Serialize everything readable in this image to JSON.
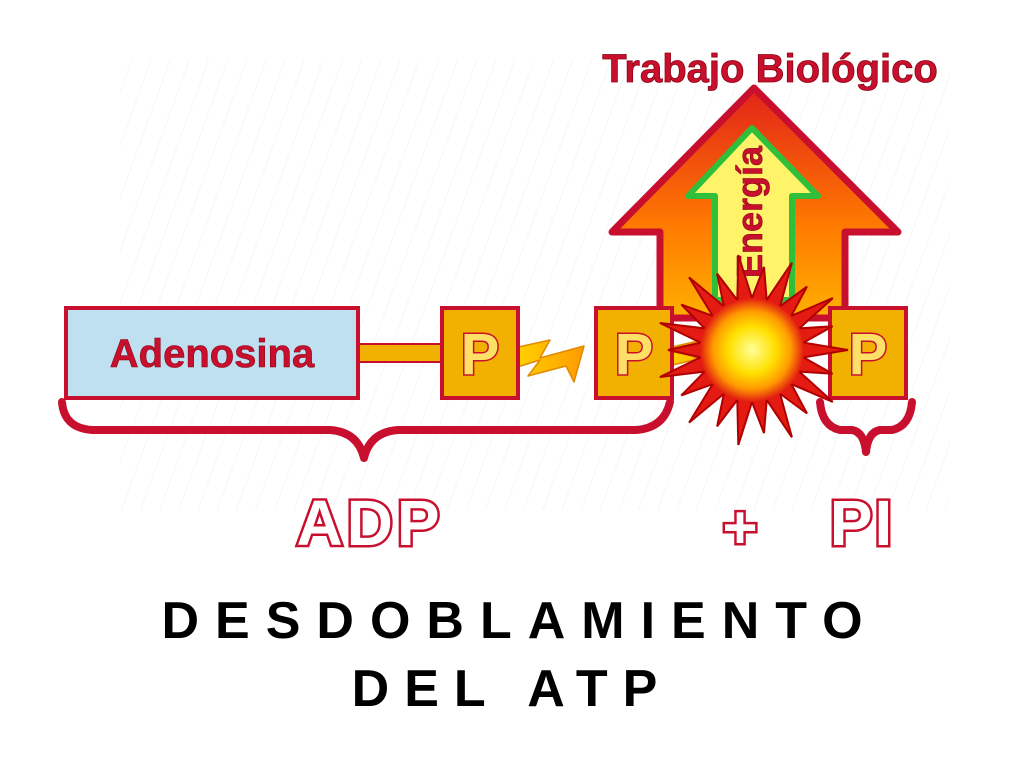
{
  "diagram": {
    "header_label": "Trabajo Biológico",
    "arrow_label": "Energía",
    "adenosine_label": "Adenosina",
    "phosphate_label": "P",
    "adp_label": "ADP",
    "plus_sign": "+",
    "pi_label": "PI"
  },
  "footer": {
    "line1": "DESDOBLAMIENTO",
    "line2": "DEL ATP"
  },
  "colors": {
    "dark_red": "#c8102e",
    "orange": "#ff8a00",
    "gold": "#f2b000",
    "yellow": "#ffe066",
    "adenosine_bg": "#bfe0f0",
    "pale_yellow": "#fff36a",
    "green": "#2fbf3a"
  }
}
